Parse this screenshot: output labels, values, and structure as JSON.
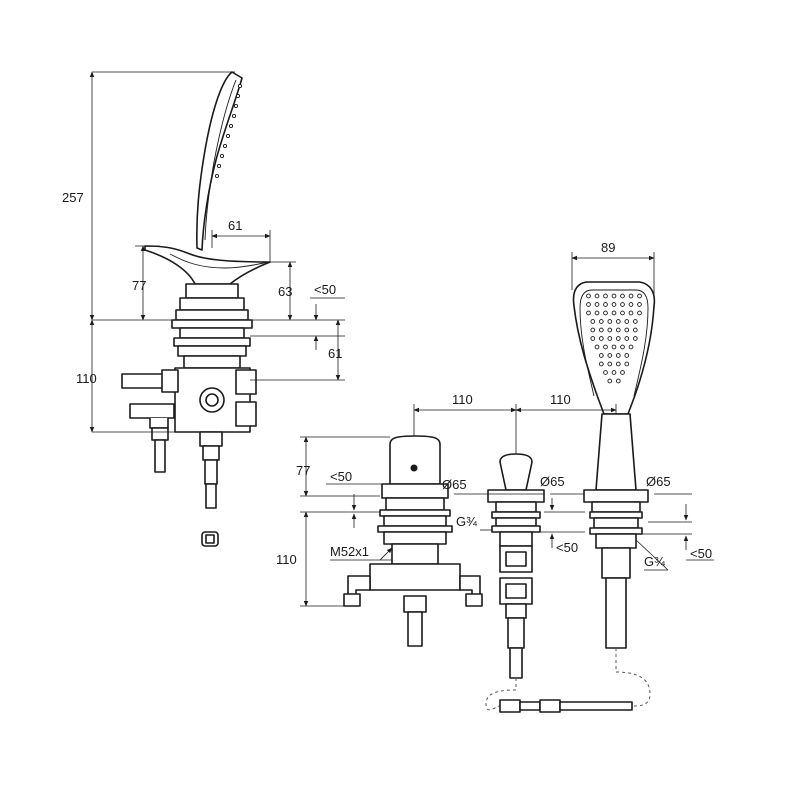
{
  "dimensions": {
    "left_height_total": "257",
    "left_handle_width": "61",
    "left_lever_height": "77",
    "left_handle_height": "63",
    "left_deck_max": "<50",
    "left_thread_length": "61",
    "left_body_depth": "110",
    "right_handshower_width": "89",
    "right_spacing_a": "110",
    "right_spacing_b": "110",
    "right_lever_height": "77",
    "right_deck_max_1": "<50",
    "right_dia_1": "Ø65",
    "right_dia_2": "Ø65",
    "right_dia_3": "Ø65",
    "right_thread_1": "G¾",
    "right_thread_2": "G¾",
    "right_deck_max_2": "<50",
    "right_deck_max_3": "<50",
    "right_body_depth": "110",
    "right_mixer_thread": "M52x1"
  },
  "icons": {
    "arrow": "arrow-head-icon"
  }
}
